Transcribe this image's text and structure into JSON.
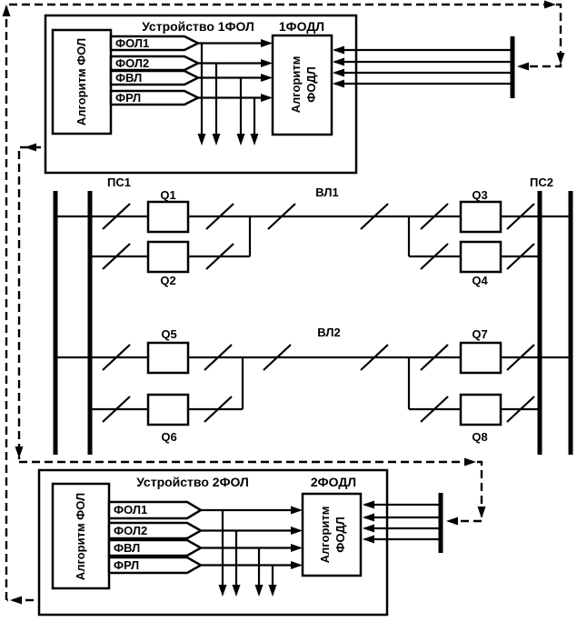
{
  "device1": {
    "title": "Устройство 1ФОЛ",
    "code": "1ФОДЛ",
    "alg_fol": "Алгоритм ФОЛ",
    "alg_fodl_lines": [
      "Алгоритм",
      "ФОДЛ"
    ],
    "signals": [
      "ФОЛ1",
      "ФОЛ2",
      "ФВЛ",
      "ФРЛ"
    ]
  },
  "device2": {
    "title": "Устройство 2ФОЛ",
    "code": "2ФОДЛ",
    "alg_fol": "Алгоритм ФОЛ",
    "alg_fodl_lines": [
      "Алгоритм",
      "ФОДЛ"
    ],
    "signals": [
      "ФОЛ1",
      "ФОЛ2",
      "ФВЛ",
      "ФРЛ"
    ]
  },
  "network": {
    "ps1": "ПС1",
    "ps2": "ПС2",
    "vl1": "ВЛ1",
    "vl2": "ВЛ2",
    "breakers": [
      "Q1",
      "Q2",
      "Q3",
      "Q4",
      "Q5",
      "Q6",
      "Q7",
      "Q8"
    ]
  },
  "colors": {
    "ink": "#000000",
    "paper": "#ffffff"
  }
}
